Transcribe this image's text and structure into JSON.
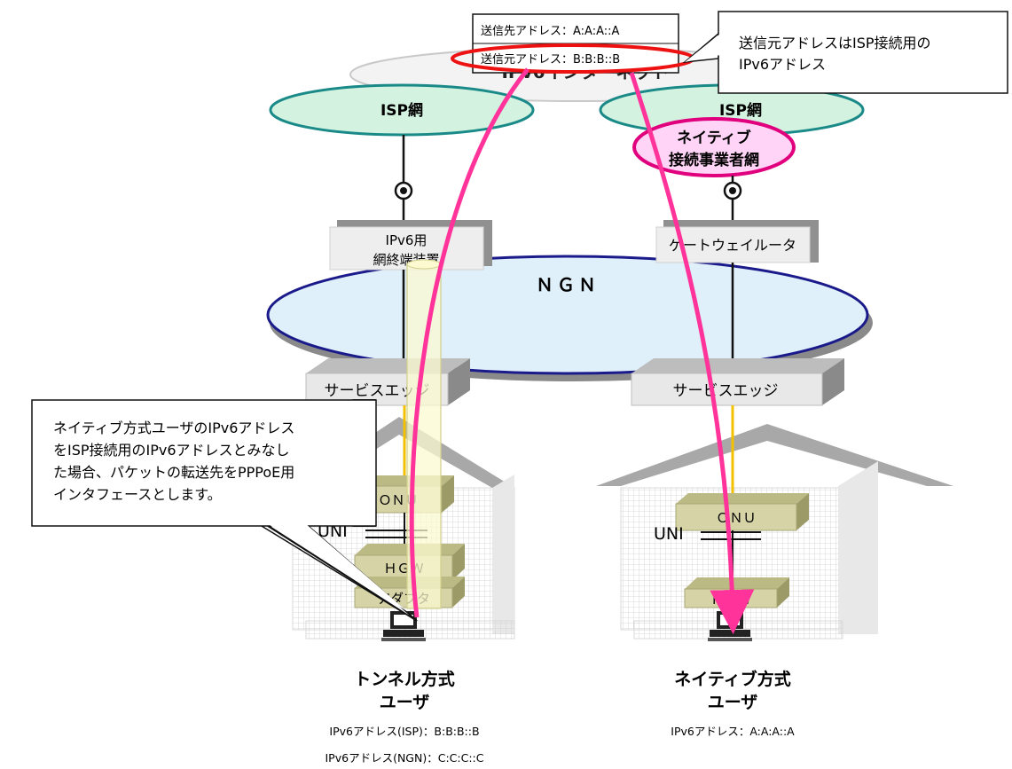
{
  "internet": {
    "label": "IPv6インターネット"
  },
  "packet": {
    "dest": "送信先アドレス：A:A:A::A",
    "src": "送信元アドレス：B:B:B::B"
  },
  "callout_top": {
    "line1": "送信元アドレスはISP接続用の",
    "line2": "IPv6アドレス"
  },
  "isp_left": "ISP網",
  "isp_right": "ISP網",
  "native_carrier": {
    "line1": "ネイティブ",
    "line2": "接続事業者網"
  },
  "nte": {
    "line1": "IPv6用",
    "line2": "網終端装置"
  },
  "gateway_router": "ゲートウェイルータ",
  "ngn": "ＮＧＮ",
  "service_edge_left": "サービスエッジ",
  "service_edge_right": "サービスエッジ",
  "callout_left": {
    "line1": "ネイティブ方式ユーザのIPv6アドレス",
    "line2": "をISP接続用のIPv6アドレスとみなし",
    "line3": "た場合、パケットの転送先をPPPoE用",
    "line4": "インタフェースとします。"
  },
  "left_house": {
    "onu": "ＯＮＵ",
    "uni": "UNI",
    "hgw": "ＨＧＷ",
    "adapter": "アダプタ"
  },
  "right_house": {
    "onu": "ＯＮＵ",
    "uni": "UNI",
    "hgw": "ＨＧＷ"
  },
  "tunnel_user": {
    "title1": "トンネル方式",
    "title2": "ユーザ",
    "addr1": "IPv6アドレス(ISP)：B:B:B::B",
    "addr2": "IPv6アドレス(NGN)：C:C:C::C"
  },
  "native_user": {
    "title1": "ネイティブ方式",
    "title2": "ユーザ",
    "addr1": "IPv6アドレス：A:A:A::A"
  },
  "colors": {
    "isp_fill": "#d4f2e0",
    "isp_stroke": "#1a8a88",
    "native_fill": "#ffd4f6",
    "native_stroke": "#e0007e",
    "ngn_fill": "#dff0fb",
    "ngn_stroke": "#1a1a8a",
    "arrow": "#ff3399",
    "tunnel": "#fbfad0",
    "device": "#d6d4a6"
  }
}
